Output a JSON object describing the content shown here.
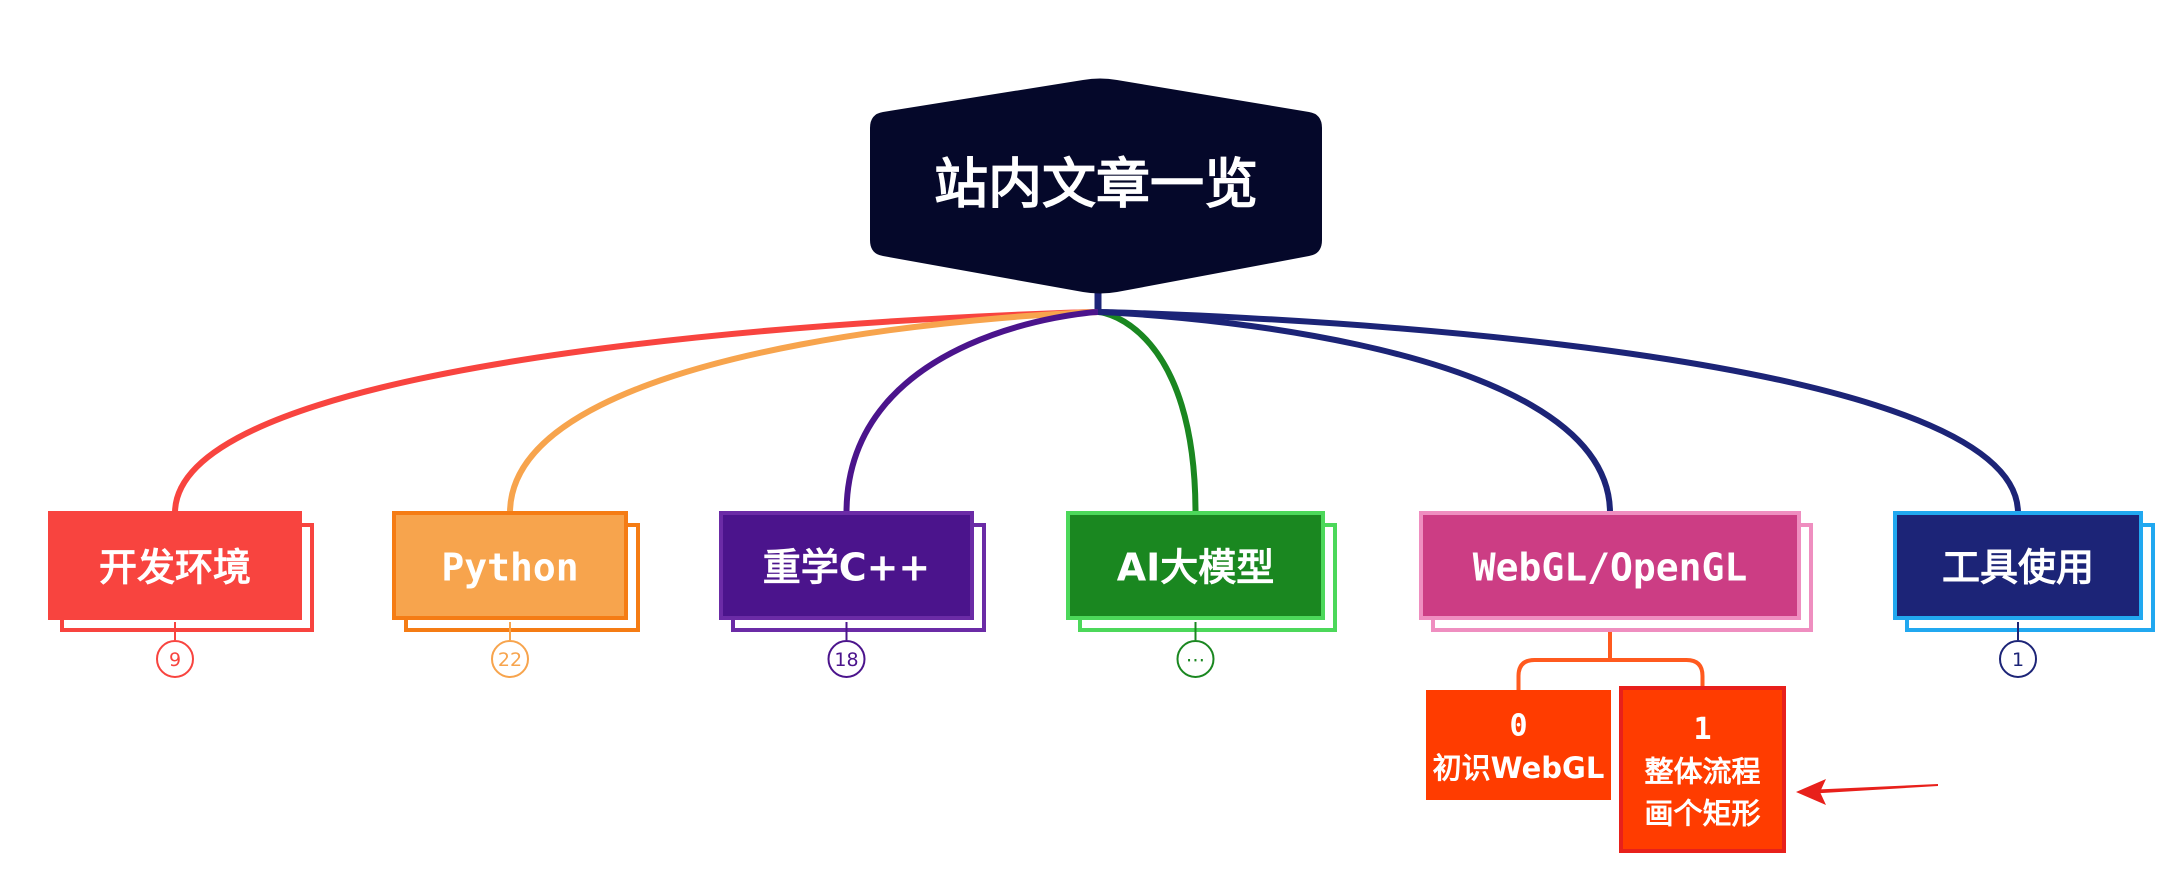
{
  "root": {
    "title": "站内文章一览",
    "color": "#05082a",
    "trunk_color": "#1c2477"
  },
  "topics": [
    {
      "id": "dev-env",
      "label": "开发环境",
      "badge": "9",
      "fill": "#f8443f",
      "border": "#f8443f",
      "shadow": "#f8443f",
      "line": "#f8443f"
    },
    {
      "id": "python",
      "label": "Python",
      "badge": "22",
      "fill": "#f7a44d",
      "border": "#f57c14",
      "shadow": "#f57c14",
      "line": "#f7a44d"
    },
    {
      "id": "cpp",
      "label": "重学C++",
      "badge": "18",
      "fill": "#4b148c",
      "border": "#6b2ba6",
      "shadow": "#6b2ba6",
      "line": "#4b148c"
    },
    {
      "id": "ai",
      "label": "AI大模型",
      "badge": "⋯",
      "fill": "#1a8720",
      "border": "#4cd85a",
      "shadow": "#4cd85a",
      "line": "#1a8720"
    },
    {
      "id": "webgl",
      "label": "WebGL/OpenGL",
      "badge": "",
      "fill": "#cc3d84",
      "border": "#ef8ec0",
      "shadow": "#ef8ec0",
      "line": "#1c2477"
    },
    {
      "id": "tools",
      "label": "工具使用",
      "badge": "1",
      "fill": "#1c2477",
      "border": "#21a8f0",
      "shadow": "#21a8f0",
      "line": "#1c2477"
    }
  ],
  "subtopics": [
    {
      "parent": "webgl",
      "lines": [
        "0",
        "初识WebGL"
      ],
      "fill": "#ff3c00"
    },
    {
      "parent": "webgl",
      "lines": [
        "1",
        "整体流程",
        "画个矩形"
      ],
      "fill": "#ff3c00",
      "highlighted": true
    }
  ],
  "colors": {
    "sub_connector": "#ff5a1f",
    "arrow": "#e8201b"
  }
}
